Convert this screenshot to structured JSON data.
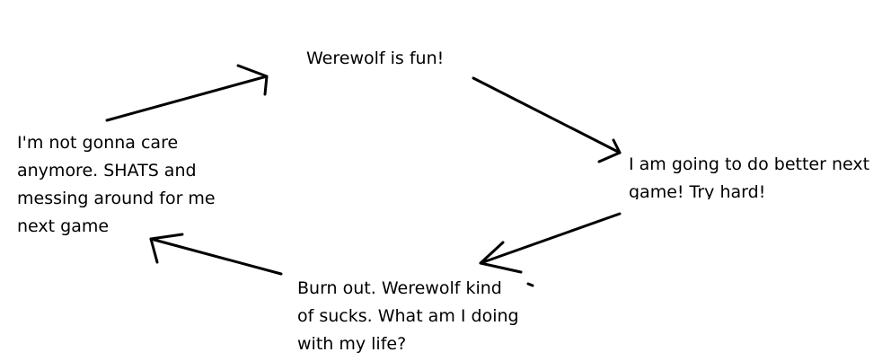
{
  "diagram": {
    "nodes": {
      "top": {
        "lines": [
          "Werewolf is fun!"
        ]
      },
      "right": {
        "lines": [
          "I am going to do better next",
          "game! Try hard!"
        ]
      },
      "bottom": {
        "lines": [
          "Burn out. Werewolf kind",
          "of sucks. What am I doing",
          "with my life?"
        ]
      },
      "left": {
        "lines": [
          "I'm not gonna care",
          "anymore. SHATS and",
          "messing around for me",
          "next game"
        ]
      }
    },
    "edges": [
      {
        "from": "top",
        "to": "right"
      },
      {
        "from": "right",
        "to": "bottom"
      },
      {
        "from": "bottom",
        "to": "left"
      },
      {
        "from": "left",
        "to": "top"
      }
    ],
    "colors": {
      "ink": "#000000",
      "background": "#ffffff"
    }
  }
}
